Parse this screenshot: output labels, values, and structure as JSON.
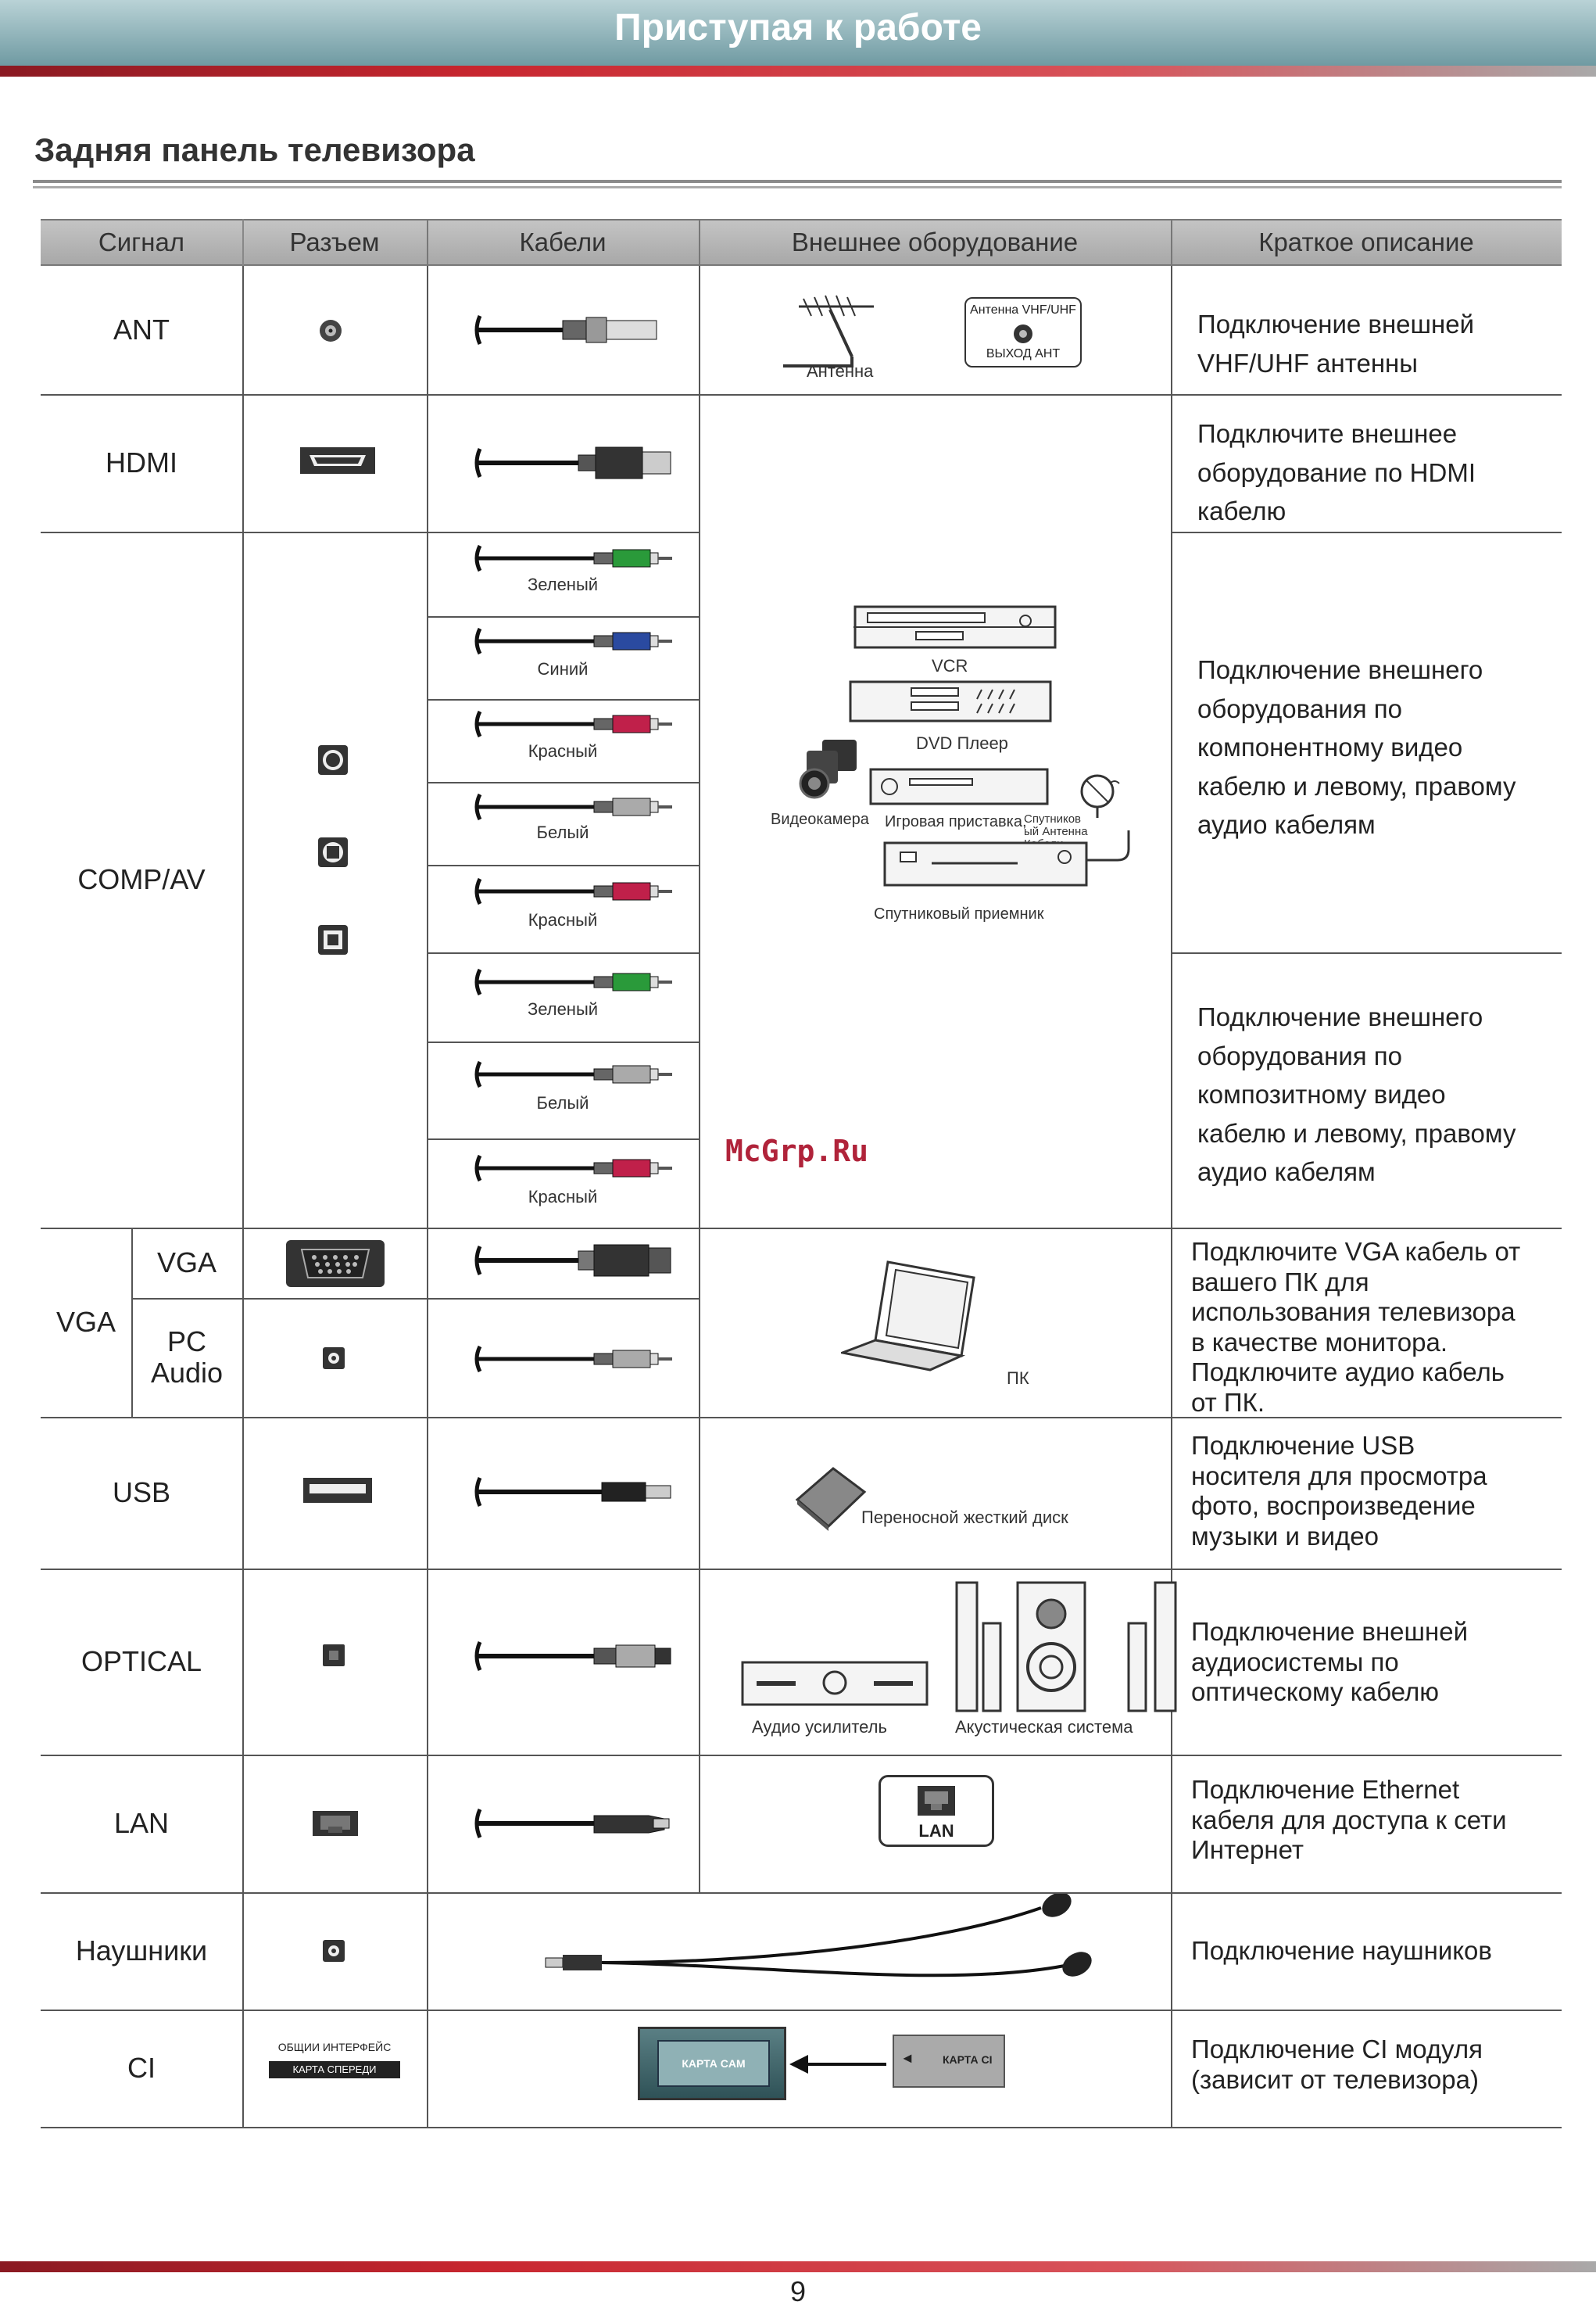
{
  "header": {
    "title": "Приступая к работе"
  },
  "section": {
    "title": "Задняя панель телевизора"
  },
  "table": {
    "headers": [
      "Сигнал",
      "Разъем",
      "Кабели",
      "Внешнее оборудование",
      "Краткое описание"
    ],
    "rows": {
      "ant": {
        "signal": "ANT",
        "desc": [
          "Подключение внешней",
          "VHF/UHF антенны"
        ]
      },
      "hdmi": {
        "signal": "HDMI",
        "desc": [
          "Подключите внешнее",
          "оборудование по HDMI",
          "кабелю"
        ]
      },
      "comp": {
        "signal": "COMP/AV",
        "cables_component": [
          "Зеленый",
          "Синий",
          "Красный",
          "Белый",
          "Красный"
        ],
        "cables_composite": [
          "Зеленый",
          "Белый",
          "Красный"
        ],
        "desc_component": [
          "Подключение внешнего",
          "оборудования по",
          "компонентному видео",
          "кабелю и левому, правому",
          "аудио кабелям"
        ],
        "desc_composite": [
          "Подключение внешнего",
          "оборудования по",
          "композитному видео",
          "кабелю и левому, правому",
          "аудио кабелям"
        ]
      },
      "vga": {
        "signal": "VGA",
        "sub_vga": "VGA",
        "sub_pc_audio_1": "PC",
        "sub_pc_audio_2": "Audio",
        "pc_label": "ПК",
        "desc": [
          "Подключите VGA кабель от",
          "вашего ПК для",
          "использования телевизора",
          "в качестве монитора.",
          "Подключите аудио кабель",
          "от ПК."
        ]
      },
      "usb": {
        "signal": "USB",
        "device": "Переносной жесткий диск",
        "desc": [
          "Подключение USB",
          "носителя для просмотра",
          "фото, воспроизведение",
          "музыки и видео"
        ]
      },
      "optical": {
        "signal": "OPTICAL",
        "amp": "Аудио усилитель",
        "speakers": "Акустическая система",
        "desc": [
          "Подключение внешней",
          "аудиосистемы по",
          "оптическому кабелю"
        ]
      },
      "lan": {
        "signal": "LAN",
        "port_label": "LAN",
        "desc": [
          "Подключение Ethernet",
          "кабеля для доступа к сети",
          "Интернет"
        ]
      },
      "headphones": {
        "signal": "Наушники",
        "desc": [
          "Подключение наушников"
        ]
      },
      "ci": {
        "signal": "CI",
        "slot_top": "ОБЩИИ ИНТЕРФЕЙС",
        "slot_bottom": "КАРТА СПЕРЕДИ",
        "cam_label": "КАРТА CAM",
        "ci_label": "КАРТА CI",
        "desc": [
          "Подключение CI модуля",
          "(зависит от телевизора)"
        ]
      }
    },
    "equipment": {
      "antenna": "Антенна",
      "ant_box_top": "Антенна VHF/UHF",
      "ant_box_bottom": "ВЫХОД АНТ",
      "vcr": "VCR",
      "dvd": "DVD Плеер",
      "camcorder": "Видеокамера",
      "console": "Игровая приставка,",
      "sat_antenna_1": "Спутников",
      "sat_antenna_2": "ый Антенна",
      "sat_antenna_3": "Кабели",
      "sat_receiver": "Спутниковый приемник"
    }
  },
  "watermark": "McGrp.Ru",
  "footer": {
    "page": "9"
  }
}
